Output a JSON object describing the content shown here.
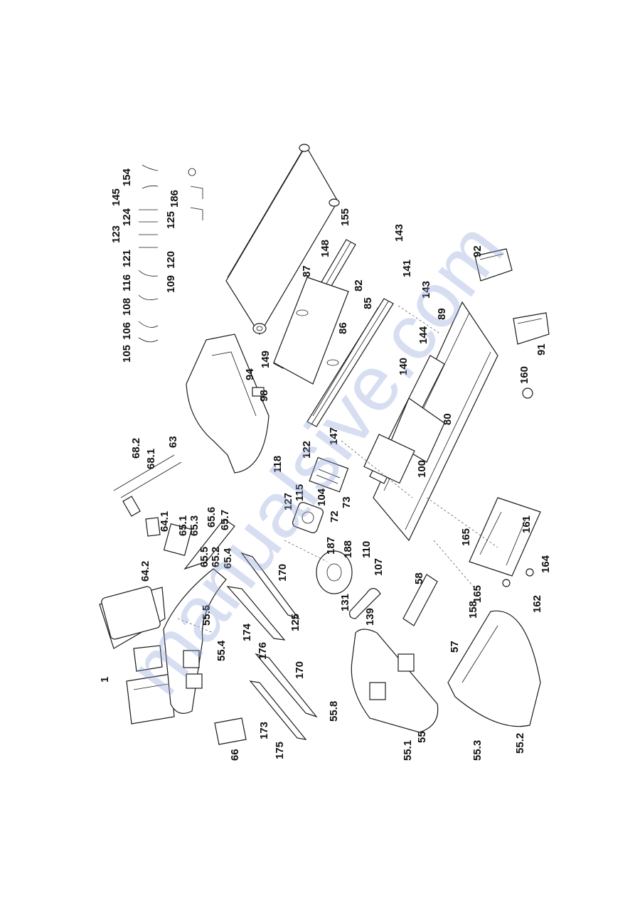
{
  "watermark": "manualsive.com",
  "labels": {
    "l1": "1",
    "l55": "55",
    "l55_1": "55.1",
    "l55_2": "55.2",
    "l55_3": "55.3",
    "l55_4": "55.4",
    "l55_5": "55.5",
    "l55_8": "55.8",
    "l57": "57",
    "l58": "58",
    "l63": "63",
    "l64_1": "64.1",
    "l64_2": "64.2",
    "l65_1": "65.1",
    "l65_2": "65.2",
    "l65_3": "65.3",
    "l65_4": "65.4",
    "l65_5": "65.5",
    "l65_6": "65.6",
    "l65_7": "65.7",
    "l66": "66",
    "l68_1": "68.1",
    "l68_2": "68.2",
    "l72": "72",
    "l73": "73",
    "l80": "80",
    "l82": "82",
    "l85": "85",
    "l86": "86",
    "l87": "87",
    "l89": "89",
    "l91": "91",
    "l92": "92",
    "l94": "94",
    "l98": "98",
    "l100": "100",
    "l104": "104",
    "l105": "105",
    "l106": "106",
    "l107": "107",
    "l108": "108",
    "l109": "109",
    "l110": "110",
    "l115": "115",
    "l116": "116",
    "l118": "118",
    "l120": "120",
    "l121": "121",
    "l122": "122",
    "l123": "123",
    "l124": "124",
    "l125a": "125",
    "l125b": "125",
    "l127": "127",
    "l131": "131",
    "l139": "139",
    "l140": "140",
    "l141": "141",
    "l143a": "143",
    "l143b": "143",
    "l144": "144",
    "l145": "145",
    "l147": "147",
    "l148": "148",
    "l149": "149",
    "l154": "154",
    "l155": "155",
    "l158": "158",
    "l160": "160",
    "l161": "161",
    "l162": "162",
    "l164": "164",
    "l165a": "165",
    "l165b": "165",
    "l170a": "170",
    "l170b": "170",
    "l173": "173",
    "l174": "174",
    "l175": "175",
    "l176": "176",
    "l186": "186",
    "l187": "187",
    "l188": "188"
  }
}
